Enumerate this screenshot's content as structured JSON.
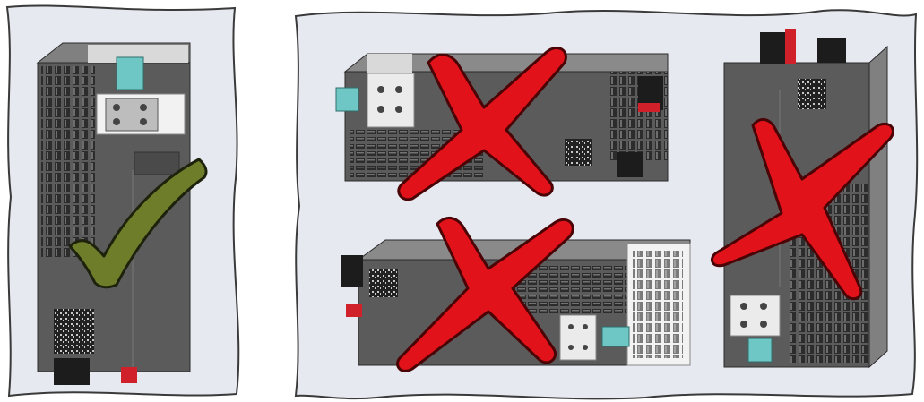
{
  "colors": {
    "panel_fill": "#e6eaf0",
    "panel_stroke": "#3a3a3a",
    "device_body": "#5b5b5b",
    "device_dark": "#3c3c3c",
    "device_light": "#d9d9d9",
    "vent": "#2c2c2c",
    "check_fill": "#6e7d2a",
    "check_stroke": "#1e220c",
    "cross_fill": "#e1121a",
    "cross_stroke": "#4a0405",
    "connector_red": "#d0202a",
    "connector_teal": "#6ec7c4",
    "terminal_black": "#1c1c1c"
  },
  "panels": [
    {
      "name": "correct-orientation-panel",
      "verdict": "correct",
      "icon": "check-mark-icon"
    },
    {
      "name": "incorrect-orientations-panel",
      "verdict": "incorrect",
      "icon": "cross-mark-icon"
    }
  ],
  "devices": [
    {
      "name": "device-upright",
      "orientation": "vertical-upright",
      "verdict": "correct"
    },
    {
      "name": "device-horizontal-left",
      "orientation": "horizontal-top-left",
      "verdict": "incorrect"
    },
    {
      "name": "device-horizontal-right",
      "orientation": "horizontal-bottom",
      "verdict": "incorrect"
    },
    {
      "name": "device-upside-down",
      "orientation": "vertical-inverted",
      "verdict": "incorrect"
    }
  ]
}
